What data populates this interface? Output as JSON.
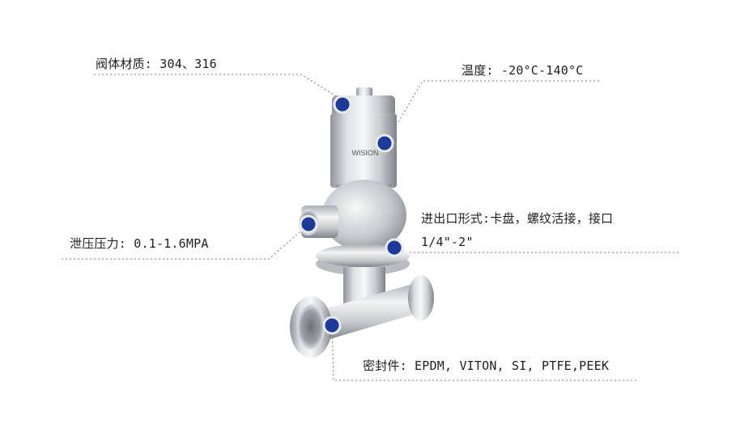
{
  "specs": {
    "material": "阀体材质: 304、316",
    "temperature": "温度: -20°C-140°C",
    "connection_line1": "进出口形式:卡盘，螺纹活接，接口",
    "connection_line2": "1/4\"-2\"",
    "pressure": "泄压压力: 0.1-1.6MPA",
    "seal": "密封件: EPDM, VITON, SI, PTFE,PEEK"
  },
  "product": {
    "brand_mark": "WISION"
  },
  "colors": {
    "marker": "#1d3a9a",
    "leader_line": "#7a7a7a",
    "steel_light": "#e8eaec",
    "steel_dark": "#8a9096"
  }
}
